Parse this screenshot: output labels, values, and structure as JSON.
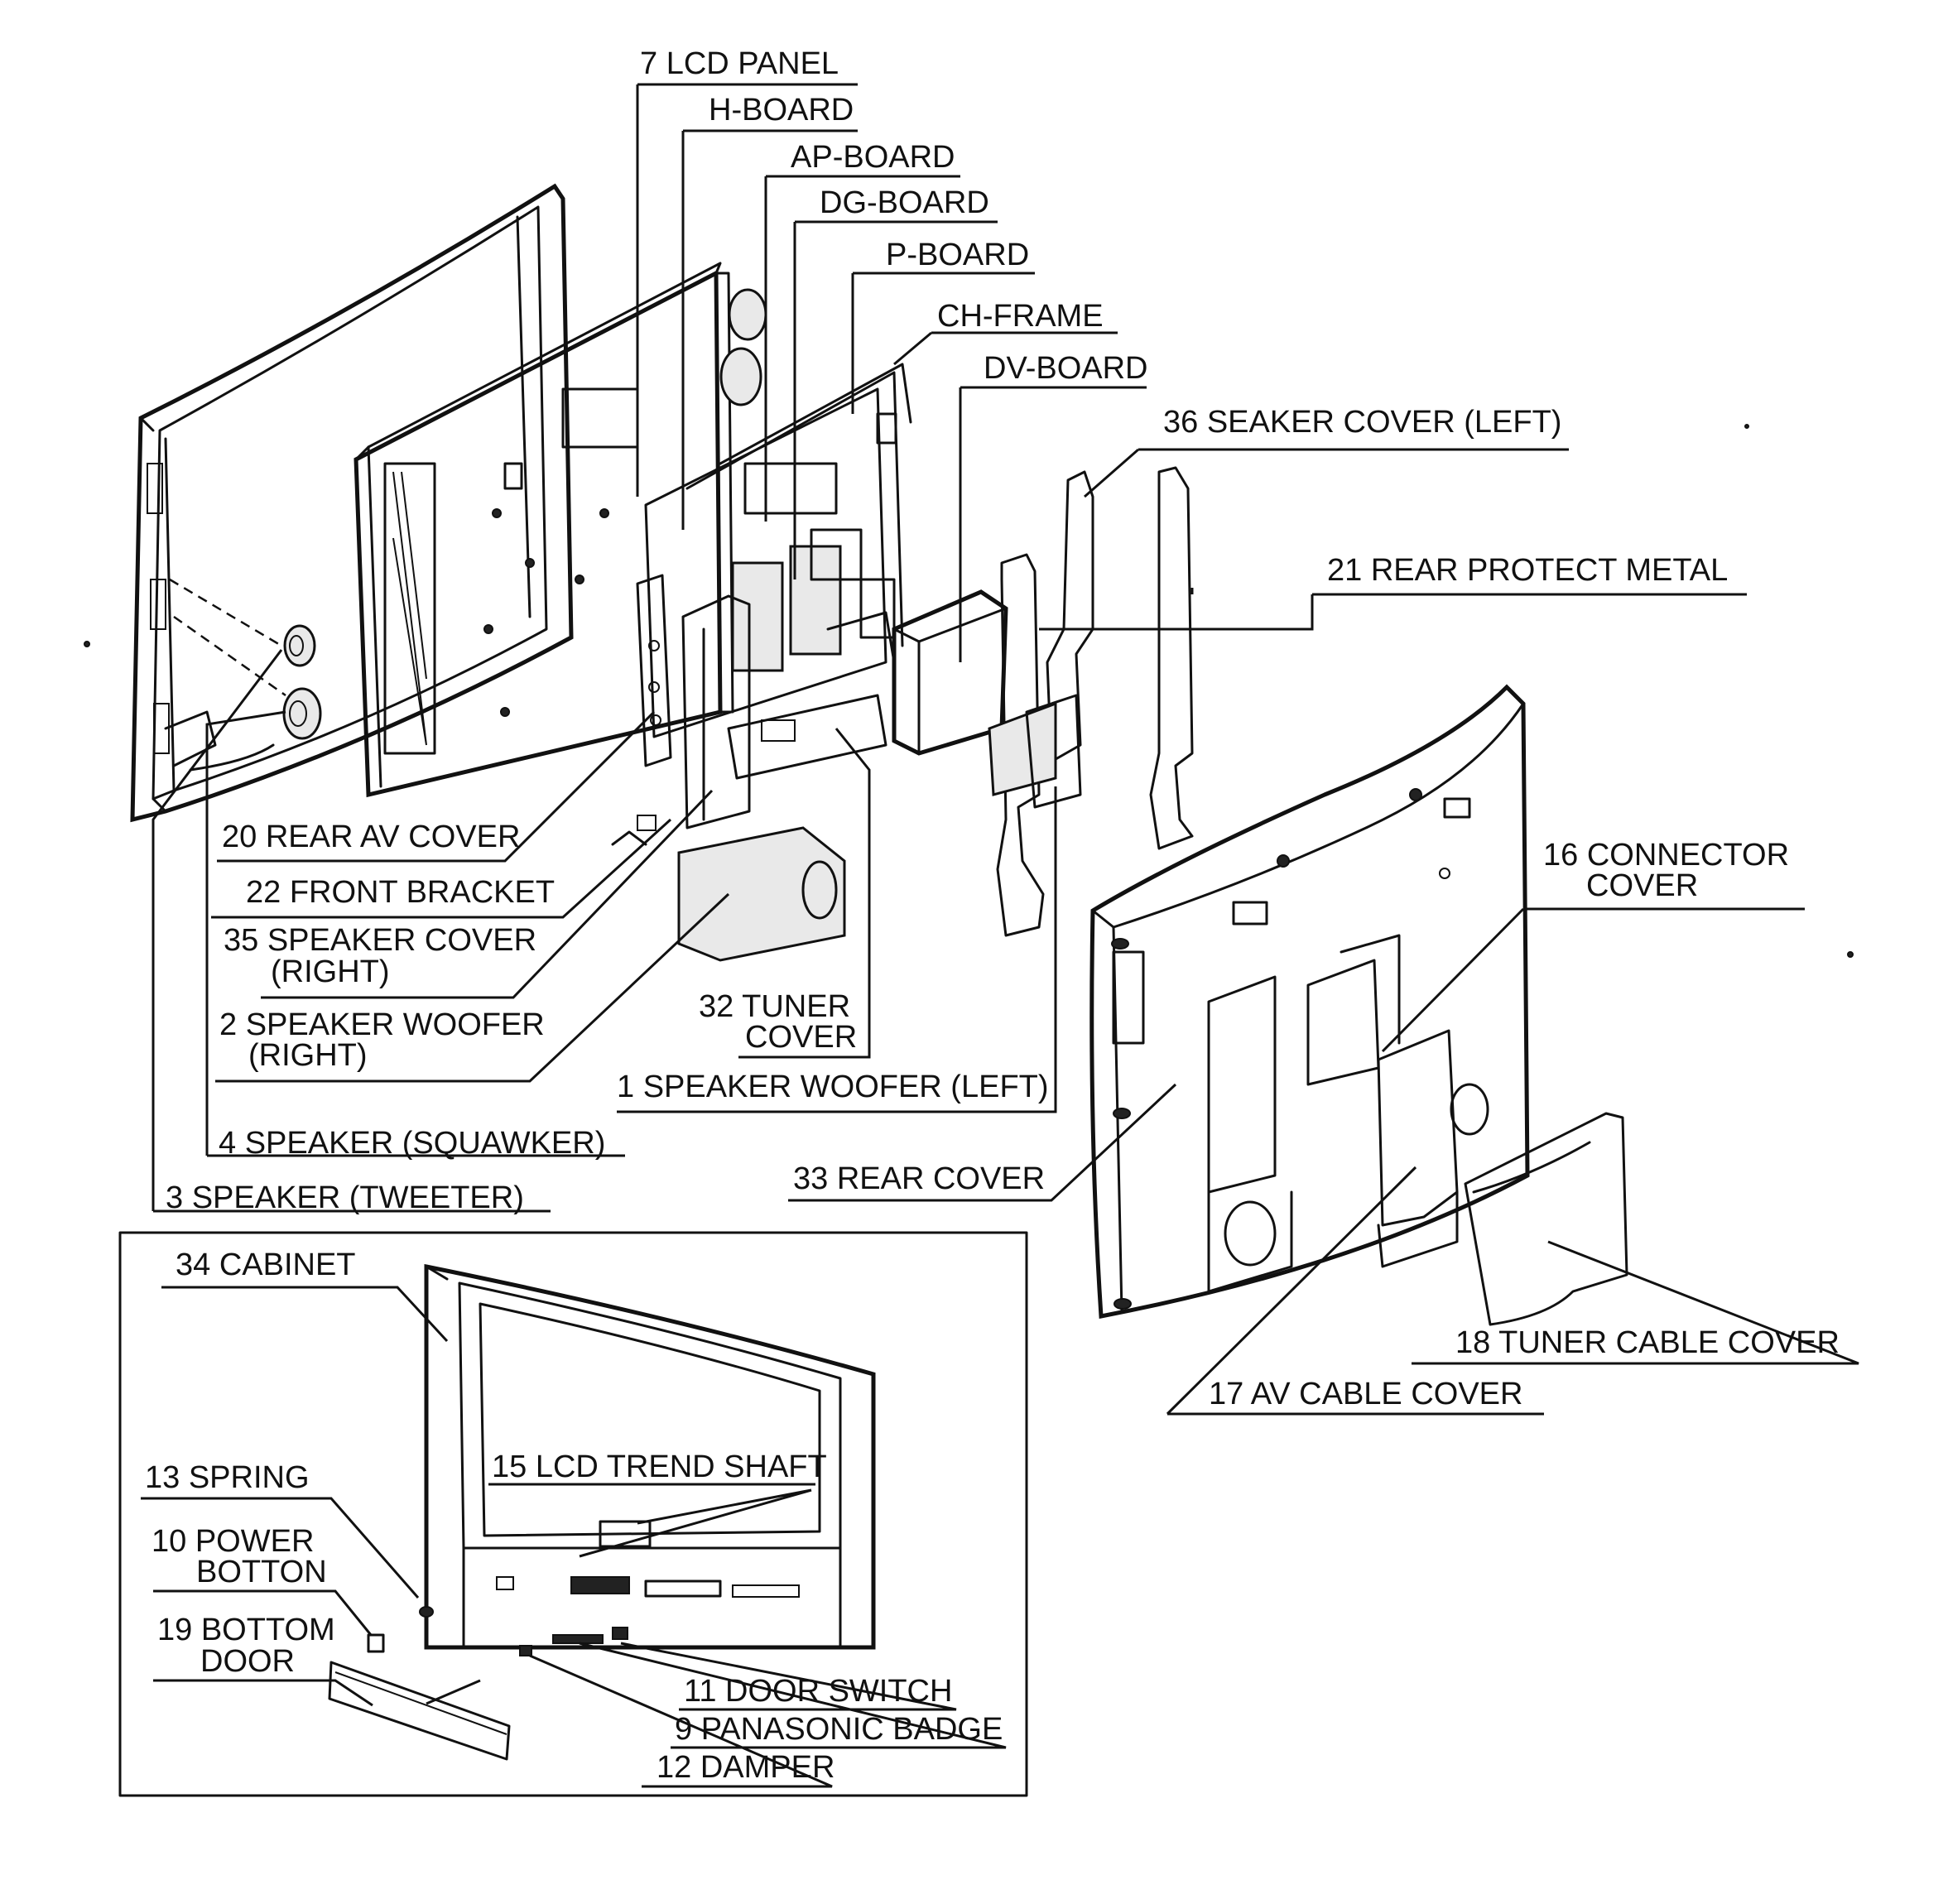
{
  "labels": {
    "lcd_panel": "7 LCD PANEL",
    "h_board": "H-BOARD",
    "ap_board": "AP-BOARD",
    "dg_board": "DG-BOARD",
    "p_board": "P-BOARD",
    "ch_frame": "CH-FRAME",
    "dv_board": "DV-BOARD",
    "seaker_cover_left": "36 SEAKER COVER (LEFT)",
    "rear_protect_metal": "21 REAR PROTECT METAL",
    "rear_av_cover": "20 REAR AV COVER",
    "front_bracket": "22 FRONT BRACKET",
    "speaker_cover_right_1": "35 SPEAKER COVER",
    "speaker_cover_right_2": "(RIGHT)",
    "speaker_woofer_right_1": "2 SPEAKER WOOFER",
    "speaker_woofer_right_2": "(RIGHT)",
    "tuner_cover_1": "32 TUNER",
    "tuner_cover_2": "COVER",
    "speaker_woofer_left": "1 SPEAKER WOOFER (LEFT)",
    "speaker_squawker": "4 SPEAKER (SQUAWKER)",
    "speaker_tweeter": "3 SPEAKER (TWEETER)",
    "rear_cover": "33 REAR COVER",
    "connector_cover_1": "16 CONNECTOR",
    "connector_cover_2": "COVER",
    "tuner_cable_cover": "18 TUNER CABLE COVER",
    "av_cable_cover": "17 AV CABLE COVER",
    "cabinet": "34 CABINET",
    "lcd_trend_shaft": "15 LCD TREND SHAFT",
    "spring": "13 SPRING",
    "power_botton_1": "10 POWER",
    "power_botton_2": "BOTTON",
    "bottom_door_1": "19 BOTTOM",
    "bottom_door_2": "DOOR",
    "door_switch": "11 DOOR SWITCH",
    "panasonic_badge": "9 PANASONIC BADGE",
    "damper": "12 DAMPER"
  }
}
